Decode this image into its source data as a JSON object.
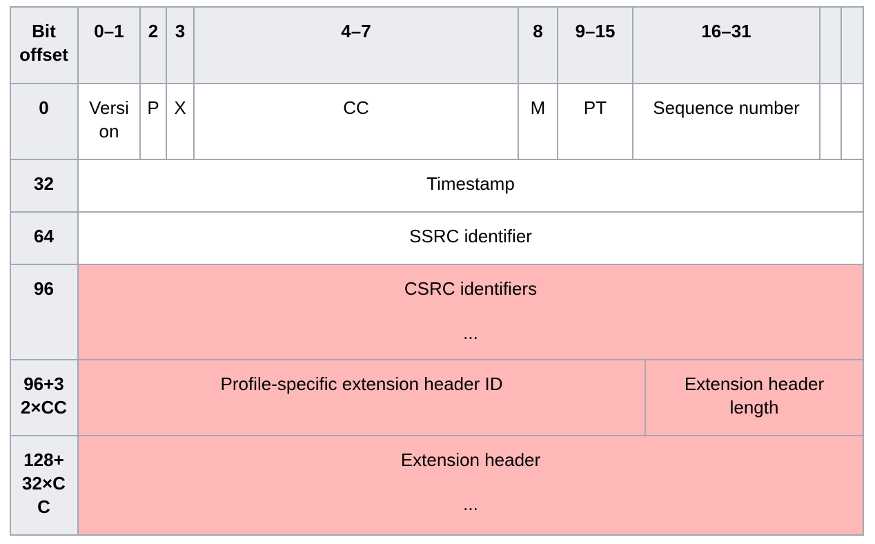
{
  "header_row": {
    "bit_offset": "Bit offset",
    "cols": [
      "0–1",
      "2",
      "3",
      "4–7",
      "8",
      "9–15",
      "16–31",
      "",
      ""
    ]
  },
  "rows": [
    {
      "offset": "0",
      "cells": [
        "Versi on",
        "P",
        "X",
        "CC",
        "M",
        "PT",
        "Sequence number",
        "",
        ""
      ]
    },
    {
      "offset": "32",
      "cells": [
        "Timestamp"
      ]
    },
    {
      "offset": "64",
      "cells": [
        "SSRC identifier"
      ]
    },
    {
      "offset": "96",
      "cells": [
        "CSRC identifiers",
        "..."
      ]
    },
    {
      "offset": "96+3 2×CC",
      "cells": [
        "Profile-specific extension header ID",
        "Extension header length"
      ]
    },
    {
      "offset": "128+ 32×C C",
      "cells": [
        "Extension header",
        "..."
      ]
    }
  ],
  "colors": {
    "header_bg": "#eaecf0",
    "optional_bg": "#ffb8b8",
    "border": "#a2a9b1"
  }
}
